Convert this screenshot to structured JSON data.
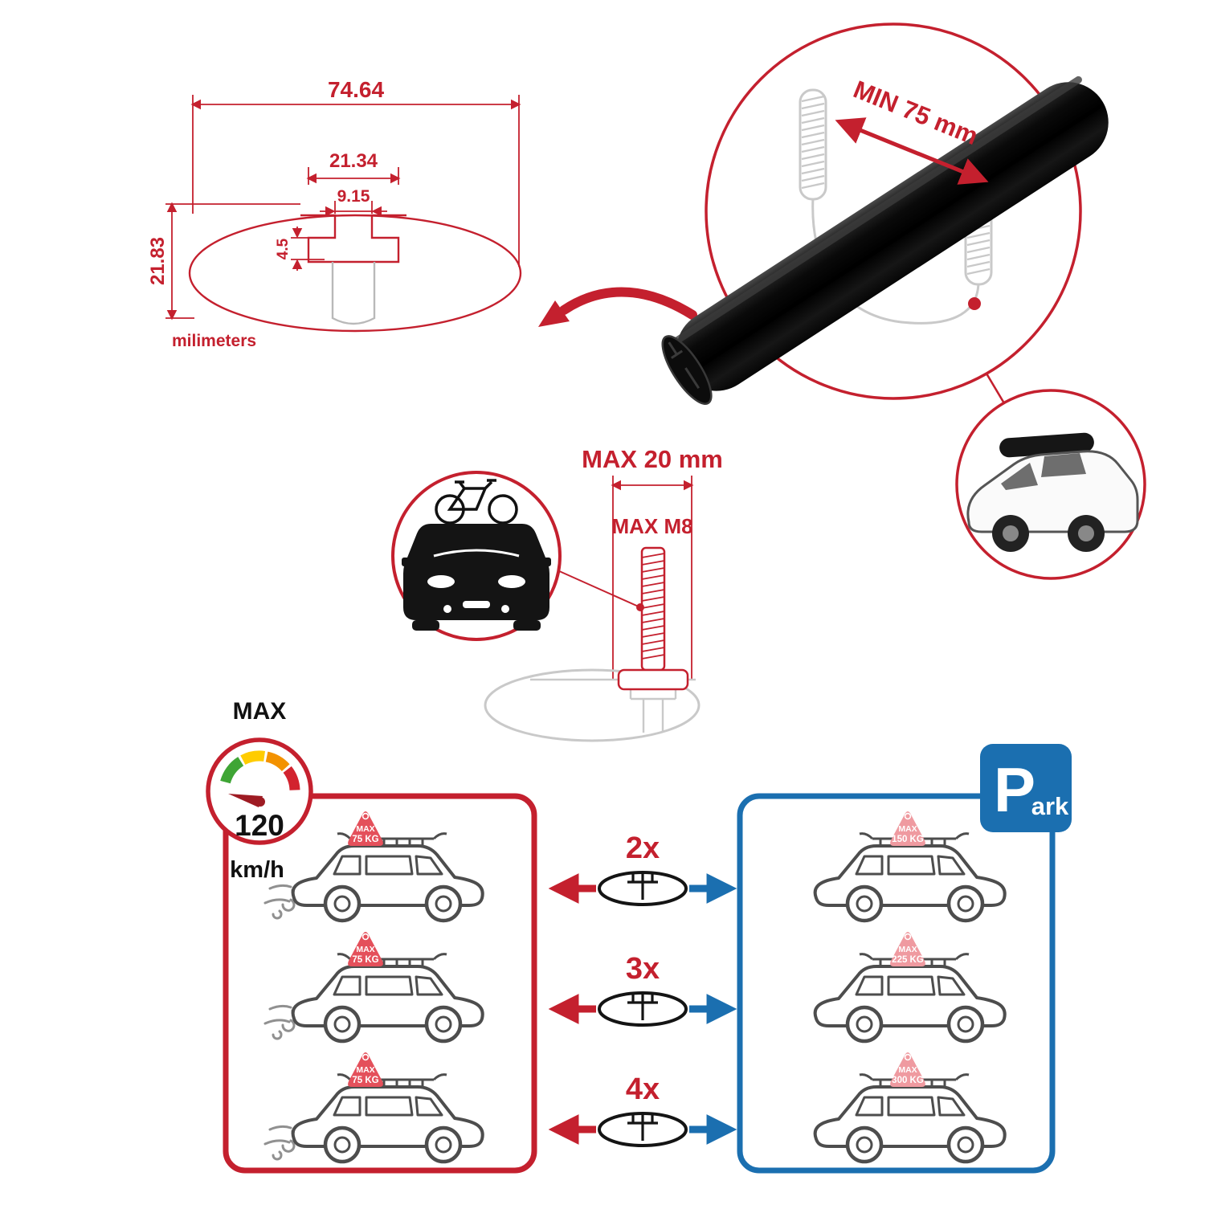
{
  "profile_dimensions": {
    "total_width": "74.64",
    "slot_outer_width": "21.34",
    "slot_opening_width": "9.15",
    "lip_depth": "4.5",
    "total_height": "21.83",
    "units_label": "milimeters"
  },
  "bar_detail": {
    "min_span_label": "MIN 75 mm"
  },
  "bolt_spec": {
    "max_width_label": "MAX 20 mm",
    "max_thread_label": "MAX M8"
  },
  "speed_limit": {
    "label": "MAX",
    "value": "120",
    "unit": "km/h"
  },
  "park_sign": {
    "letter": "P",
    "suffix": "ark"
  },
  "comparison_rows": [
    {
      "qty": "2x",
      "left_badge": {
        "label": "MAX",
        "value": "75 KG"
      },
      "right_badge": {
        "label": "MAX",
        "value": "150 KG"
      }
    },
    {
      "qty": "3x",
      "left_badge": {
        "label": "MAX",
        "value": "75 KG"
      },
      "right_badge": {
        "label": "MAX",
        "value": "225 KG"
      }
    },
    {
      "qty": "4x",
      "left_badge": {
        "label": "MAX",
        "value": "75 KG"
      },
      "right_badge": {
        "label": "MAX",
        "value": "300 KG"
      }
    }
  ],
  "icons": {
    "speed_gauge": "speedometer-dial",
    "moving_car": "suv-side-with-roof-load",
    "parked_car": "suv-side-with-roof-load",
    "crossbar_profile": "aero-crossbar-cross-section",
    "bike_car": "car-front-with-roof-bike",
    "roofbox_car": "suv-with-roof-box"
  },
  "colors": {
    "red": "#c4202e",
    "blue": "#1b6fb0",
    "bar_black": "#0a0a0a",
    "sketch_gray": "#c9c9c9"
  }
}
